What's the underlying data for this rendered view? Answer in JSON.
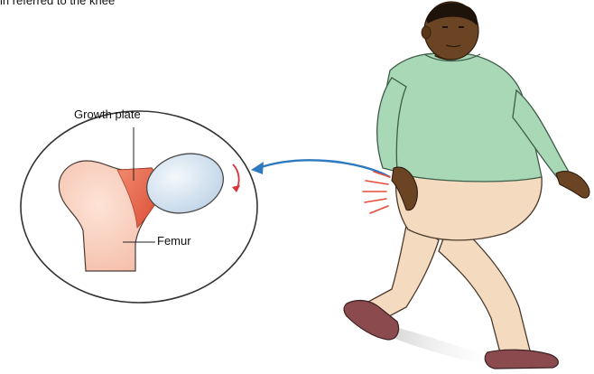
{
  "caption": "in referred to the knee",
  "labels": {
    "growth_plate": "Growth plate",
    "femur": "Femur"
  },
  "colors": {
    "skin": "#6b4424",
    "shirt": "#a8d8b6",
    "pants": "#f4dbbf",
    "shoes": "#8a4a4e",
    "bone": "#f8cfc0",
    "growth_plate": "#e8583e",
    "ball": "#dbe8f4",
    "arrow": "#2f79bf",
    "pain_marks": "#e84a3c",
    "rotation_arrow": "#d8323a"
  },
  "icons": [
    "pain-radiating-lines",
    "rotation-arrow",
    "pointer-arrow"
  ]
}
